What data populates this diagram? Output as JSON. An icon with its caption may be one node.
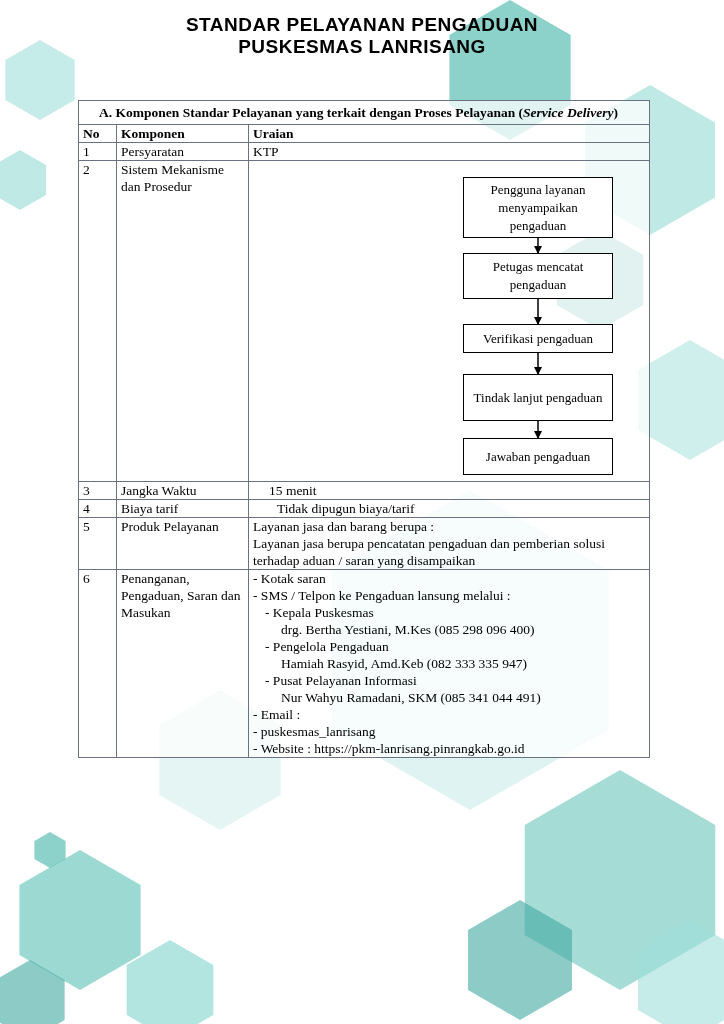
{
  "diagram": {
    "title": "STANDAR PELAYANAN PENGADUAN PUSKESMAS LANRISANG",
    "nodes": [
      {
        "text": [
          "Pengguna layanan menyampaikan pengaduan"
        ]
      },
      {
        "text": [
          "Petugas mencatat pengaduan"
        ]
      },
      {
        "text": [
          "Verifikasi pengaduan"
        ]
      },
      {
        "text": [
          "Tindak lanjut pengaduan"
        ]
      },
      {
        "text": [
          "Jawaban pengaduan"
        ]
      }
    ],
    "edges": [
      {
        "from": 0,
        "to": 1,
        "arrow": "to"
      },
      {
        "from": 1,
        "to": 2,
        "arrow": "to"
      },
      {
        "from": 2,
        "to": 3,
        "arrow": "to"
      },
      {
        "from": 3,
        "to": 4,
        "arrow": "to"
      }
    ],
    "labels": [
      "A.  Komponen Standar Pelayanan yang terkait dengan Proses Pelayanan (*Service Delivery*)",
      "No",
      "Komponen",
      "Uraian",
      "1",
      "Persyaratan",
      "KTP",
      "2",
      "Sistem Mekanisme dan Prosedur",
      "3",
      "Jangka Waktu",
      "15 menit",
      "4",
      "Biaya tarif",
      "Tidak dipugun biaya/tarif",
      "5",
      "Produk Pelayanan",
      "Layanan jasa dan barang berupa :",
      "Layanan jasa berupa pencatatan pengaduan dan pemberian solusi terhadap aduan / saran yang disampaikan",
      "6",
      "Penanganan, Pengaduan, Saran dan Masukan",
      "- Kotak saran",
      "- SMS / Telpon ke Pengaduan lansung melalui :",
      "-   Kepala Puskesmas",
      "drg. Bertha Yestiani, M.Kes (085 298 096 400)",
      "-   Pengelola Pengaduan",
      "Hamiah Rasyid, Amd.Keb (082 333 335 947)",
      "-   Pusat Pelayanan Informasi",
      "Nur Wahyu Ramadani, SKM (085 341 044 491)",
      "- Email :",
      "- puskesmas_lanrisang",
      "- Website : https://pkm-lanrisang.pinrangkab.go.id"
    ]
  }
}
